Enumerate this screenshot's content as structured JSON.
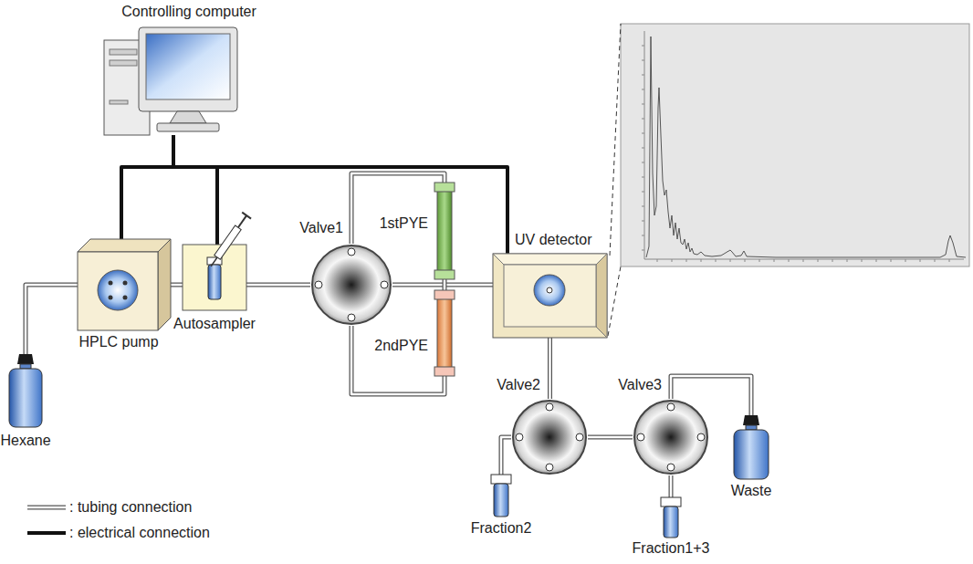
{
  "diagram": {
    "nodes": [
      {
        "text": [
          "Controlling computer"
        ]
      },
      {
        "text": [
          "Hexane"
        ]
      },
      {
        "text": [
          "HPLC pump"
        ]
      },
      {
        "text": [
          "Autosampler"
        ]
      },
      {
        "text": [
          "Valve1"
        ]
      },
      {
        "text": [
          "1stPYE"
        ]
      },
      {
        "text": [
          "2ndPYE"
        ]
      },
      {
        "text": [
          "UV detector"
        ]
      },
      {
        "text": [
          "Valve2"
        ]
      },
      {
        "text": [
          "Valve3"
        ]
      },
      {
        "text": [
          "Fraction2"
        ]
      },
      {
        "text": [
          "Waste"
        ]
      },
      {
        "text": [
          "Fraction1+3"
        ]
      }
    ],
    "edges": [
      {
        "from": 0,
        "to": 2,
        "arrow": "none"
      },
      {
        "from": 0,
        "to": 3,
        "arrow": "none"
      },
      {
        "from": 0,
        "to": 7,
        "arrow": "none"
      },
      {
        "from": 1,
        "to": 2,
        "arrow": "none"
      },
      {
        "from": 2,
        "to": 3,
        "arrow": "none"
      },
      {
        "from": 3,
        "to": 4,
        "arrow": "none"
      },
      {
        "from": 4,
        "to": 5,
        "arrow": "none"
      },
      {
        "from": 4,
        "to": 6,
        "arrow": "none"
      },
      {
        "from": 4,
        "to": 7,
        "arrow": "none"
      },
      {
        "from": 5,
        "to": 6,
        "arrow": "none"
      },
      {
        "from": 7,
        "to": 8,
        "arrow": "none"
      },
      {
        "from": 8,
        "to": 10,
        "arrow": "none"
      },
      {
        "from": 8,
        "to": 9,
        "arrow": "none"
      },
      {
        "from": 9,
        "to": 11,
        "arrow": "none"
      },
      {
        "from": 9,
        "to": 12,
        "arrow": "none"
      }
    ],
    "legend": [
      {
        "text": ": tubing connection"
      },
      {
        "text": ": electrical connection"
      }
    ]
  }
}
